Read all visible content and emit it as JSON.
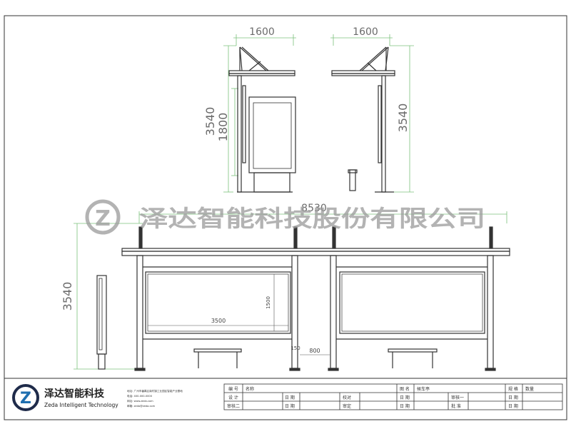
{
  "drawing": {
    "dimensions": {
      "front_width_left": "1600",
      "front_width_right": "1600",
      "side_height_left": "3540",
      "screen_height": "1800",
      "side_height_right": "3540",
      "total_length": "8530",
      "elevation_height": "3540",
      "panel_height": "1500",
      "panel_width": "3500",
      "bench_offset": "150",
      "bench_gap": "800"
    },
    "watermark": {
      "text": "泽达智能科技股份有限公司",
      "logo_letter": "Z"
    }
  },
  "title_block": {
    "company_cn": "泽达智能科技",
    "company_en": "Zeda Intelligent Technology",
    "contact_lines": [
      "地址: 广州市番禺区南村镇工业园区智能产业基地",
      "电话: 400-000-0000",
      "网址: www.zeda.com",
      "邮箱: zeda@zeda.com"
    ],
    "cells": {
      "r1c1": "编 号",
      "r1c2": "名称",
      "r1c3": "图 名",
      "r1c4": "候车亭",
      "r1c5": "规 格",
      "r1c6": "数量",
      "r2c1": "设 计",
      "r2c2": "日 期",
      "r2c3": "校对",
      "r2c4": "日 期",
      "r2c5": "审核一",
      "r2c6": "日 期",
      "r3c1": "审核二",
      "r3c2": "日 期",
      "r3c3": "审定",
      "r3c4": "日 期",
      "r3c5": "批 准",
      "r3c6": "日 期"
    }
  }
}
